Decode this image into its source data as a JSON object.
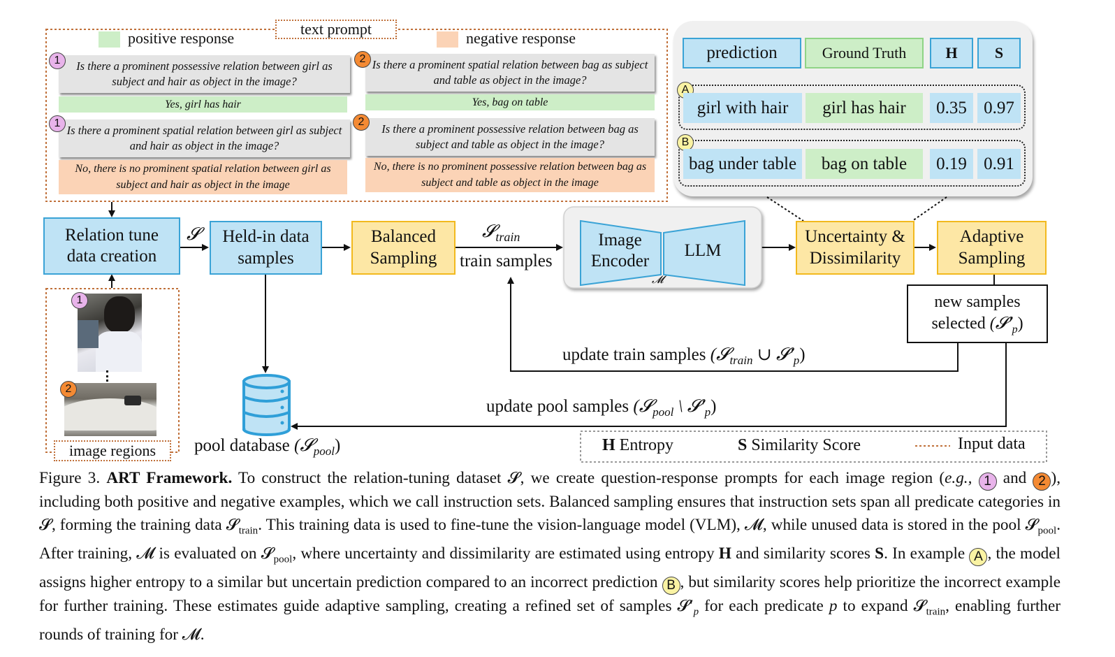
{
  "prompt_panel": {
    "title": "text prompt",
    "legend_positive": "positive response",
    "legend_negative": "negative response",
    "positive_color": "#cdeec7",
    "negative_color": "#fbd3b6",
    "q1a_badge": "1",
    "q1a": "Is there a prominent possessive relation between girl as subject and hair as object in the image?",
    "r1a": "Yes, girl has hair",
    "q2a_badge": "2",
    "q2a": "Is there a prominent spatial relation between bag as subject and table as object in the image?",
    "r2a": "Yes, bag on table",
    "q1b_badge": "1",
    "q1b": "Is there a prominent spatial relation between girl as subject and hair as object in the image?",
    "r1b": "No, there is no prominent spatial relation between girl  as subject and hair as object in the image",
    "q2b_badge": "2",
    "q2b": "Is there a prominent possessive relation between bag as subject and table as object in the image?",
    "r2b": "No, there is no prominent possessive relation between bag  as subject and table as object in the image"
  },
  "score_table": {
    "headers": [
      "prediction",
      "Ground Truth",
      "H",
      "S"
    ],
    "rows": [
      {
        "badge": "A",
        "prediction": "girl with hair",
        "ground_truth": "girl has hair",
        "H": "0.35",
        "S": "0.97"
      },
      {
        "badge": "B",
        "prediction": "bag under table",
        "ground_truth": "bag on table",
        "H": "0.19",
        "S": "0.91"
      }
    ]
  },
  "pipeline": {
    "relation_tune": "Relation tune data creation",
    "s_label": "𝓢",
    "held_in": "Held-in data samples",
    "balanced": "Balanced Sampling",
    "s_train": "𝓢",
    "s_train_sub": "train",
    "train_samples": "train samples",
    "image_encoder": "Image Encoder",
    "llm": "LLM",
    "model_symbol": "𝓜",
    "uncertainty": "Uncertainty & Dissimilarity",
    "adaptive": "Adaptive Sampling",
    "new_samples": "new samples selected",
    "new_samples_sym": "(𝓢′",
    "new_samples_sub": "p",
    "new_samples_end": ")",
    "update_train": "update train samples",
    "update_train_formula": "(𝓢",
    "update_train_sub": "train",
    "update_train_mid": " ∪ 𝓢′",
    "update_train_sub2": "p",
    "update_train_end": ")",
    "update_pool": "update pool samples",
    "update_pool_formula": "(𝓢",
    "update_pool_sub": "pool",
    "update_pool_mid": " \\ 𝓢′",
    "update_pool_sub2": "p",
    "update_pool_end": ")",
    "pool_db": "pool database",
    "pool_formula": "(𝓢",
    "pool_sub": "pool",
    "pool_end": ")",
    "image_regions": "image regions",
    "img1_badge": "1",
    "img2_badge": "2"
  },
  "legend": {
    "h_key": "H",
    "h_label": "Entropy",
    "s_key": "S",
    "s_label": "Similarity Score",
    "input_label": "Input data"
  },
  "caption": {
    "fig": "Figure 3.",
    "title": "ART Framework.",
    "p1": "To construct the relation-tuning dataset 𝓢, we create question-response prompts for each image region (",
    "eg": "e.g.,",
    "b1": "1",
    "and": "and",
    "b2": "2",
    "p2": "), including both positive and negative examples, which we call instruction sets. Balanced sampling ensures that instruction sets span all predicate categories in 𝓢, forming the training data 𝓢",
    "sub_train1": "train",
    "p3": ". This training data is used to fine-tune the vision-language model (VLM), 𝓜, while unused data is stored in the pool 𝓢",
    "sub_pool1": "pool",
    "p4": ". After training, 𝓜 is evaluated on 𝓢",
    "sub_pool2": "pool",
    "p5": ", where uncertainty and dissimilarity are estimated using entropy ",
    "H": "H",
    "p6": " and similarity scores ",
    "S": "S",
    "p7": ". In example ",
    "bA": "A",
    "p8": ", the model assigns higher entropy to a similar but uncertain prediction compared to an incorrect prediction ",
    "bB": "B",
    "p9": ", but similarity scores help prioritize the incorrect example for further training. These estimates guide adaptive sampling, creating a refined set of samples 𝓢′",
    "sub_p": "p",
    "p10": " for each predicate ",
    "pvar": "p",
    "p11": " to expand 𝓢",
    "sub_train2": "train",
    "p12": ", enabling further rounds of training for 𝓜."
  }
}
